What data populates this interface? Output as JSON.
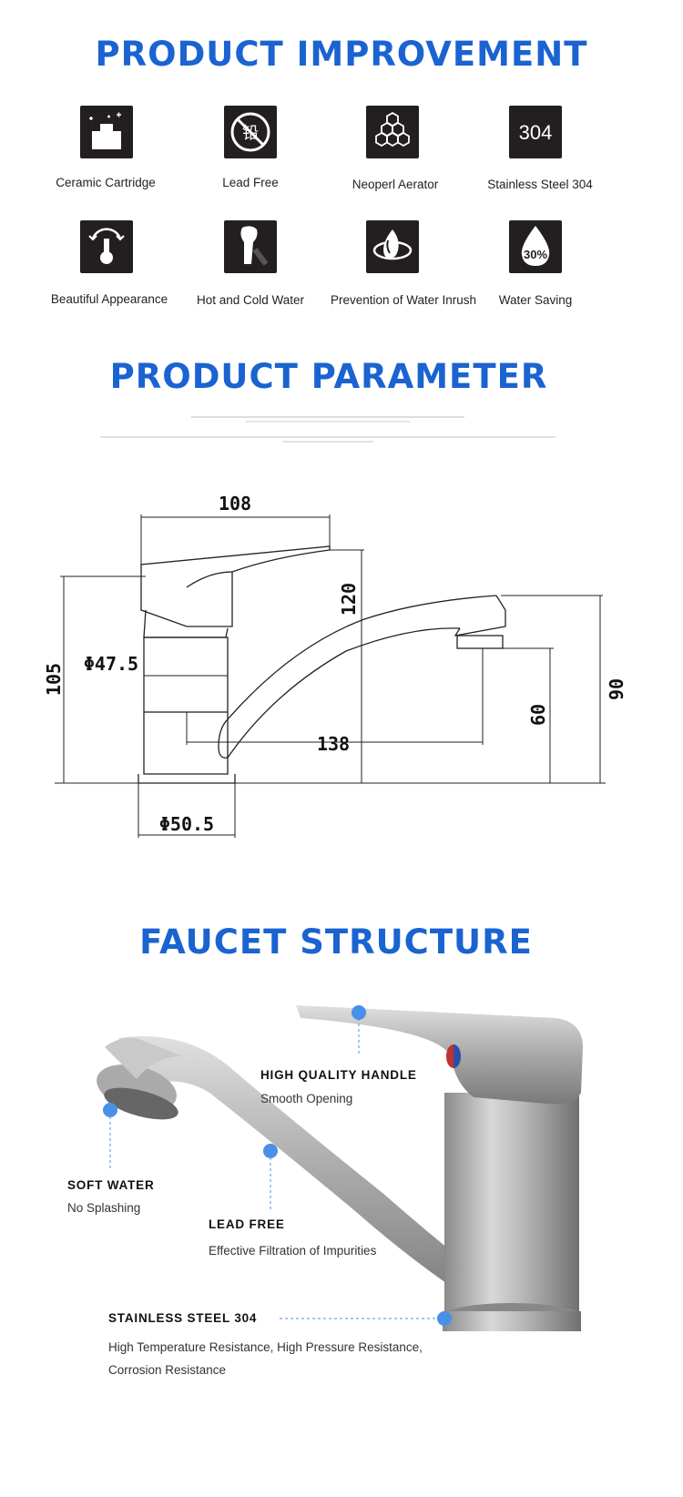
{
  "improvement": {
    "title": "PRODUCT IMPROVEMENT",
    "features": [
      {
        "label": "Ceramic Cartridge",
        "icon": "ceramic-cartridge-icon"
      },
      {
        "label": "Lead Free",
        "icon": "lead-free-icon"
      },
      {
        "label": "Neoperl Aerator",
        "icon": "hexagon-aerator-icon"
      },
      {
        "label": "Stainless Steel 304",
        "icon": "steel-304-icon",
        "icon_text": "304"
      },
      {
        "label": "Beautiful Appearance",
        "icon": "faucet-appearance-icon"
      },
      {
        "label": "Hot and Cold Water",
        "icon": "lever-handle-icon"
      },
      {
        "label": "Prevention of Water Inrush",
        "icon": "anti-splash-icon"
      },
      {
        "label": "Water Saving",
        "icon": "water-drop-icon",
        "icon_text": "30%"
      }
    ]
  },
  "parameter": {
    "title": "PRODUCT PARAMETER",
    "dimensions": {
      "handle_length": "108",
      "height": "120",
      "base_height": "105",
      "body_diameter": "Φ47.5",
      "spout_reach": "138",
      "spout_height": "60",
      "total_reach_height": "90",
      "base_diameter": "Φ50.5"
    }
  },
  "structure": {
    "title": "FAUCET STRUCTURE",
    "callouts": [
      {
        "title": "HIGH QUALITY HANDLE",
        "desc": "Smooth Opening"
      },
      {
        "title": "SOFT WATER",
        "desc": "No Splashing"
      },
      {
        "title": "LEAD FREE",
        "desc": "Effective Filtration of Impurities"
      },
      {
        "title": "STAINLESS STEEL 304",
        "desc_line1": "High Temperature Resistance, High Pressure Resistance,",
        "desc_line2": "Corrosion Resistance"
      }
    ]
  },
  "colors": {
    "heading_blue": "#1a63d1",
    "icon_bg": "#231f20",
    "marker_blue": "#4a8fe8"
  }
}
